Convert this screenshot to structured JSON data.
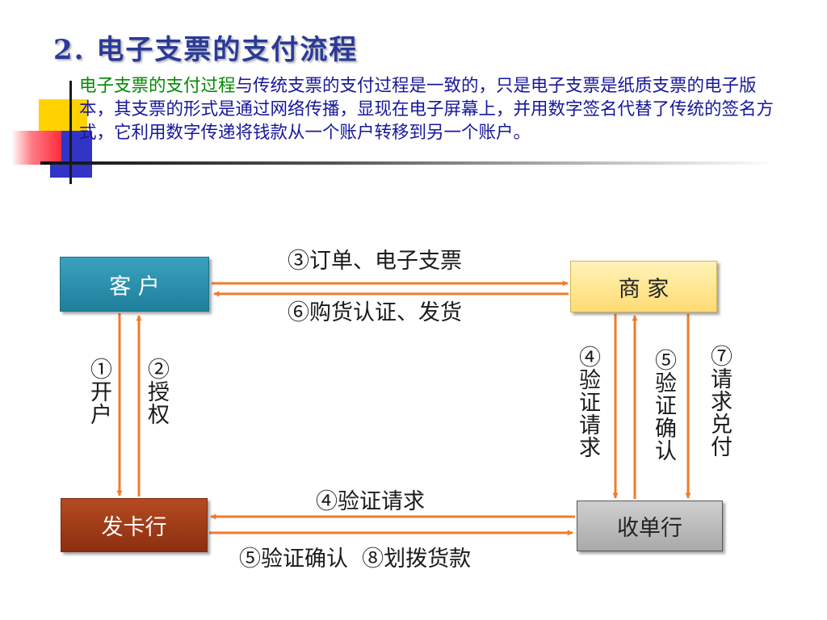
{
  "slide": {
    "title": "2. 电子支票的支付流程",
    "intro": {
      "highlight": "电子支票的支付过程",
      "body": "与传统支票的支付过程是一致的，只是电子支票是纸质支票的电子版本，其支票的形式是通过网络传播，显现在电子屏幕上，并用数字签名代替了传统的签名方式，它利用数字传递将钱款从一个账户转移到另一个账户。"
    }
  },
  "diagram": {
    "nodes": {
      "customer": "客  户",
      "merchant": "商  家",
      "issuer": "发卡行",
      "acquirer": "收单行"
    },
    "labels": {
      "step3": "③订单、电子支票",
      "step6": "⑥购货认证、发货",
      "step1": "①开户",
      "step2": "②授权",
      "step4_right": "④验证请求",
      "step5_right": "⑤验证确认",
      "step7": "⑦请求兑付",
      "step4_bottom": "④验证请求",
      "step5_8_bottom": "⑤验证确认  ⑧划拨货款"
    }
  },
  "colors": {
    "title": "#2b3a98",
    "text": "#17179a",
    "highlight": "#008a00",
    "arrow": "#f07b2b"
  }
}
